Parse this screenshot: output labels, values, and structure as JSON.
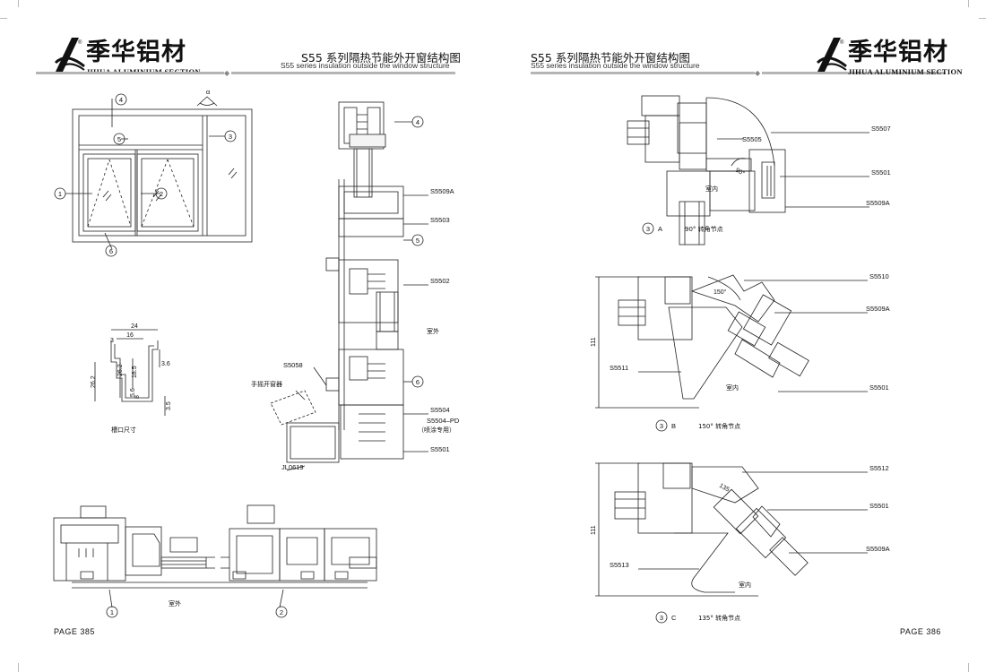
{
  "brand": {
    "name_zh": "季华铝材",
    "name_en": "JIHUA ALUMINIUM SECTION"
  },
  "left": {
    "title_zh": "S55 系列隔热节能外开窗结构图",
    "title_en": "S55 series insulation outside the window structure",
    "page_label": "PAGE 385",
    "elevation_callouts": [
      "1",
      "2",
      "3",
      "4",
      "5",
      "6"
    ],
    "alpha": "α",
    "slot": {
      "caption": "槽口尺寸",
      "dims": [
        "24",
        "3",
        "16",
        "26.2",
        "18.5",
        "3.6",
        "5.6",
        "8",
        "3.5",
        "26.2"
      ]
    },
    "section_callouts": [
      "4",
      "5",
      "6"
    ],
    "parts": [
      "S5509A",
      "S5503",
      "S5502",
      "S5058",
      "S5504",
      "S5504–PD",
      "（喷涂专用）",
      "S5501",
      "JL0619"
    ],
    "handle_label": "手摇开窗器",
    "outdoor_v": "室外",
    "outdoor_h": "室外",
    "bottom_callouts": [
      "1",
      "2"
    ]
  },
  "right": {
    "title_zh": "S55 系列隔热节能外开窗结构图",
    "title_en": "S55 series insulation outside the window structure",
    "page_label": "PAGE 386",
    "detailA": {
      "parts": [
        "S5507",
        "S5505",
        "S5501",
        "S5509A"
      ],
      "angle": "90°",
      "indoor": "室内",
      "circle": "3",
      "letter": "A",
      "caption": "90° 转角节点"
    },
    "detailB": {
      "parts": [
        "S5510",
        "S5509A",
        "S5511",
        "S5501"
      ],
      "angle": "150°",
      "indoor": "室内",
      "dim": "111",
      "circle": "3",
      "letter": "B",
      "caption": "150° 转角节点"
    },
    "detailC": {
      "parts": [
        "S5512",
        "S5501",
        "S5509A",
        "S5513"
      ],
      "angle": "135",
      "indoor": "室内",
      "dim": "111",
      "circle": "3",
      "letter": "C",
      "caption": "135° 转角节点"
    }
  },
  "colors": {
    "rule": "#b5b5b5",
    "line": "#222222",
    "glass": "#555555"
  }
}
